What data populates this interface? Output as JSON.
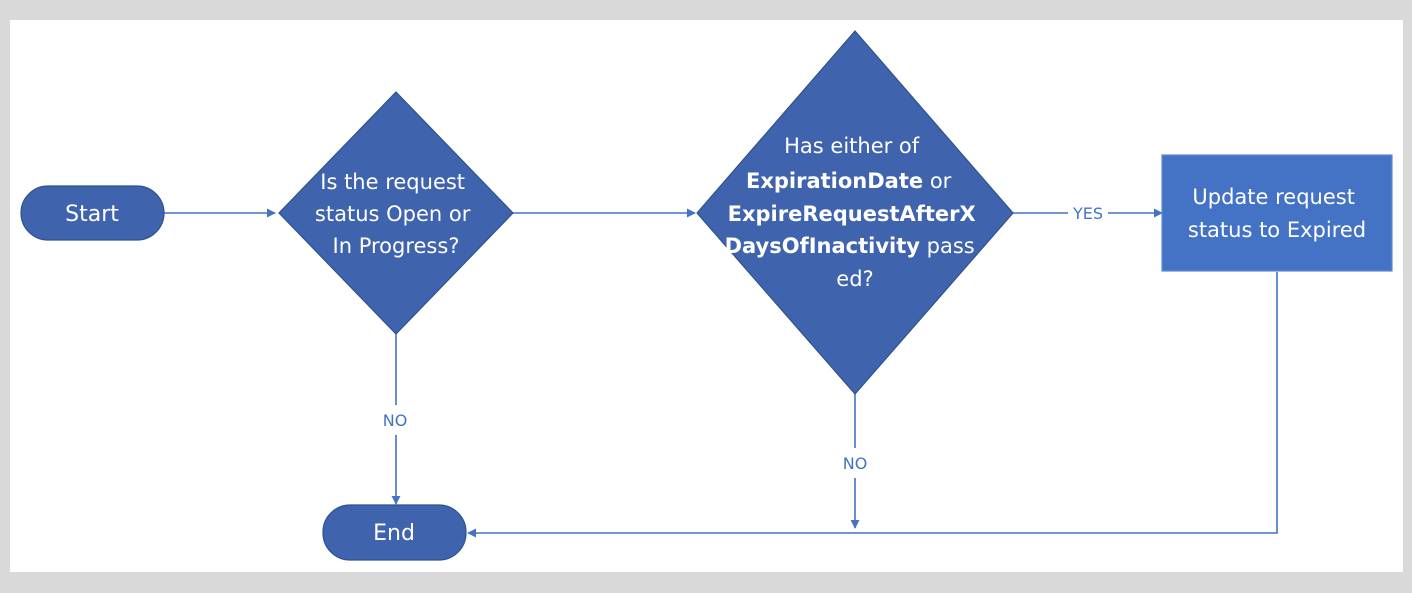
{
  "colors": {
    "background_outer": "#d9d9d9",
    "background_inner": "#ffffff",
    "shape_fill": "#3f64ad",
    "shape_stroke": "#2f528f",
    "process_fill": "#4472c4",
    "process_stroke": "#5b8bd6",
    "connector": "#4472c4"
  },
  "nodes": {
    "start": {
      "label": "Start"
    },
    "decision_status": {
      "line1": "Is the request",
      "line2": "status Open or",
      "line3": "In Progress?"
    },
    "decision_expiry": {
      "line1": "Has either of",
      "line2_bold": "ExpirationDate",
      "line2_normal": " or",
      "line3_bold": "ExpireRequestAfterX",
      "line4_bold": "DaysOfInactivity",
      "line4_normal": " pass",
      "line5": "ed?"
    },
    "update": {
      "line1": "Update request",
      "line2": "status to Expired"
    },
    "end": {
      "label": "End"
    }
  },
  "edges": {
    "yes_label": "YES",
    "no_label_1": "NO",
    "no_label_2": "NO"
  }
}
